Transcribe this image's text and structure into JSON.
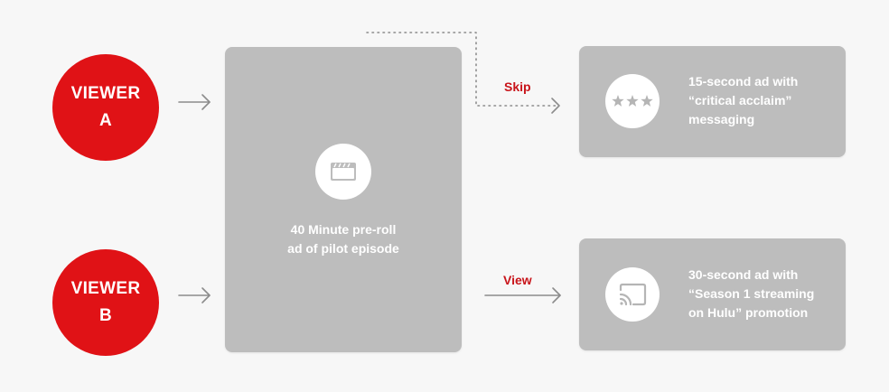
{
  "colors": {
    "background": "#f7f7f7",
    "viewer_fill": "#e01216",
    "box_fill": "#bdbdbd",
    "arrow": "#8c8c8c",
    "edge_label": "#c8141a",
    "text_on_box": "#ffffff"
  },
  "viewers": [
    {
      "line1": "VIEWER",
      "line2": "A"
    },
    {
      "line1": "VIEWER",
      "line2": "B"
    }
  ],
  "preroll": {
    "icon": "clapperboard-icon",
    "line1": "40 Minute pre-roll",
    "line2": "ad of pilot episode"
  },
  "edges": {
    "skip_label": "Skip",
    "view_label": "View"
  },
  "outcomes": [
    {
      "icon": "three-stars-icon",
      "line1": "15-second ad with",
      "line2": "“critical acclaim”",
      "line3": "messaging"
    },
    {
      "icon": "cast-screen-icon",
      "line1": "30-second ad with",
      "line2": "“Season 1 streaming",
      "line3": "on Hulu” promotion"
    }
  ]
}
